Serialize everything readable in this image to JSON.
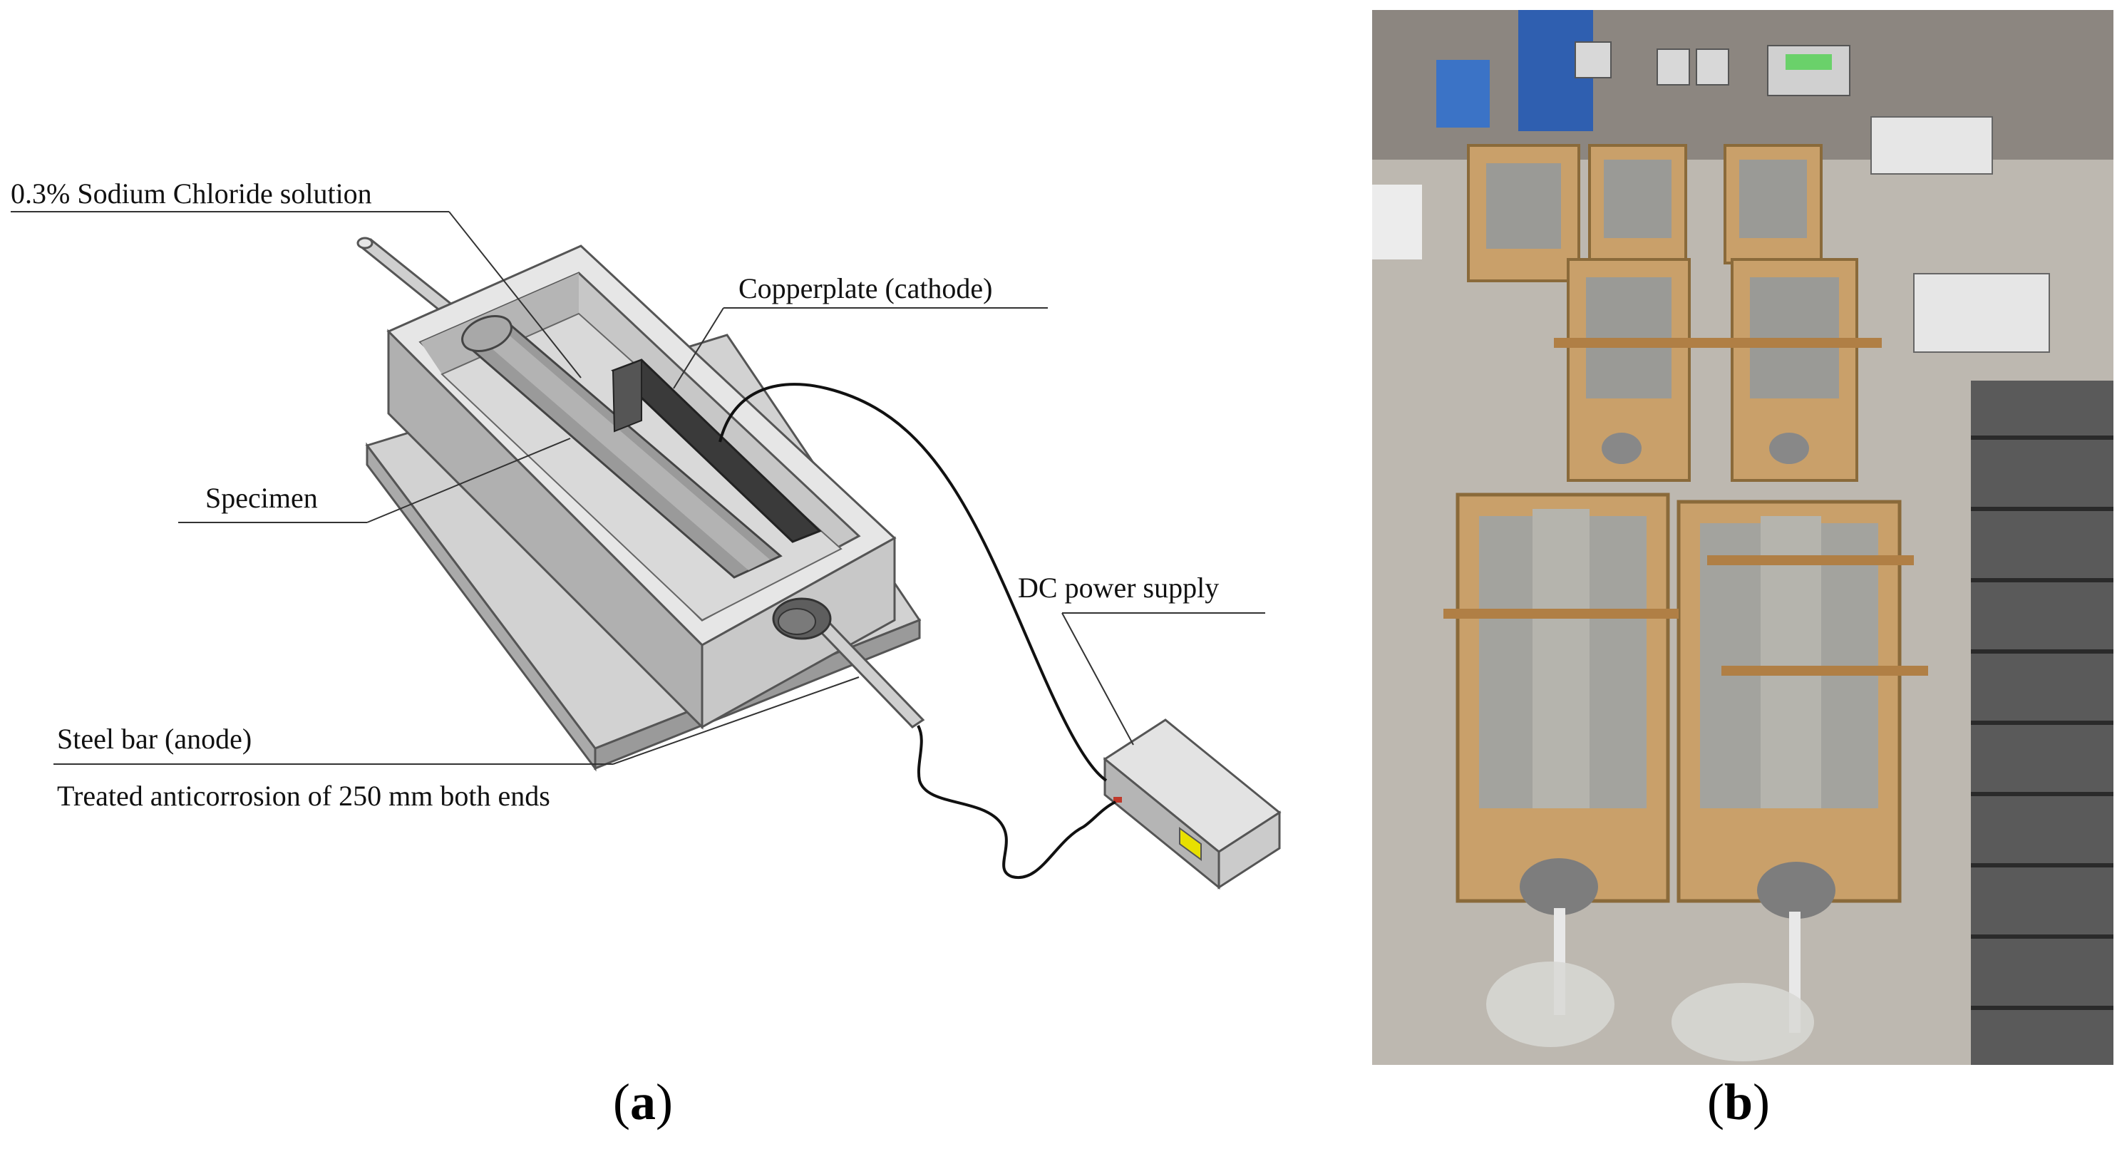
{
  "figure_a": {
    "labels": {
      "solution": "0.3% Sodium Chloride solution",
      "cathode": "Copperplate (cathode)",
      "specimen": "Specimen",
      "power": "DC power supply",
      "anode": "Steel bar (anode)",
      "treatment": "Treated anticorrosion of 250 mm both ends"
    },
    "caption": {
      "open": "(",
      "letter": "a",
      "close": ")"
    }
  },
  "figure_b": {
    "caption": {
      "open": "(",
      "letter": "b",
      "close": ")"
    }
  },
  "colors": {
    "box_top": "#e3e3e3",
    "box_side": "#c4c4c4",
    "box_front": "#adadad",
    "specimen": "#8f8f8f",
    "copperplate": "#3d3d3d",
    "floor": "#bdb8b0",
    "wood": "#c9a06a"
  }
}
